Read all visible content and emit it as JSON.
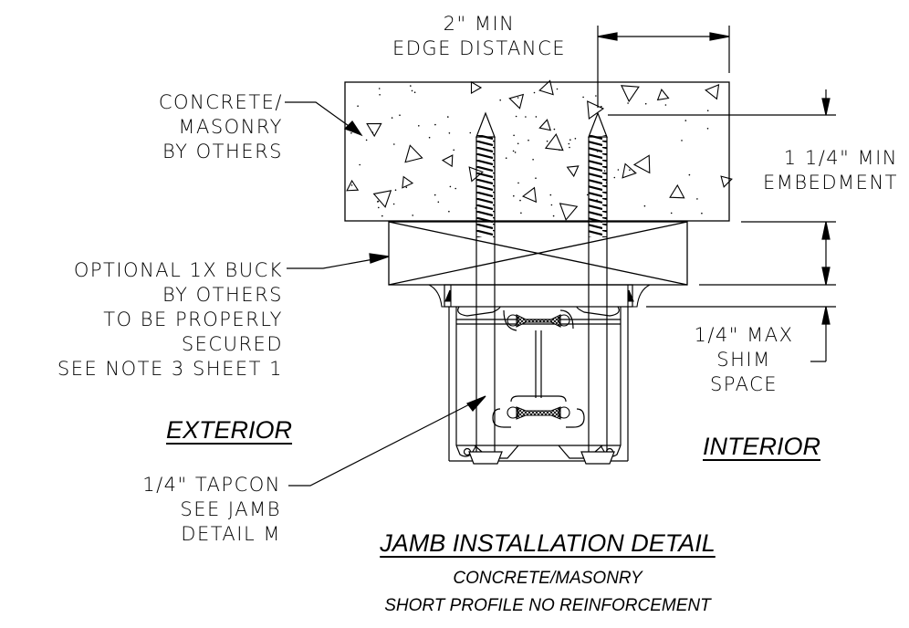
{
  "labels": {
    "edge_distance": [
      "2\" MIN",
      "EDGE DISTANCE"
    ],
    "concrete": [
      "CONCRETE/",
      "MASONRY",
      "BY OTHERS"
    ],
    "embedment": [
      "1 1/4\" MIN",
      "EMBEDMENT"
    ],
    "buck": [
      "OPTIONAL 1X BUCK",
      "BY OTHERS",
      "TO BE PROPERLY",
      "SECURED",
      "SEE NOTE 3 SHEET 1"
    ],
    "shim": [
      "1/4\" MAX",
      "SHIM",
      "SPACE"
    ],
    "exterior": "EXTERIOR",
    "interior": "INTERIOR",
    "tapcon": [
      "1/4\" TAPCON",
      "SEE JAMB",
      "DETAIL M"
    ]
  },
  "title": {
    "main": "JAMB INSTALLATION DETAIL",
    "line2": "CONCRETE/MASONRY",
    "line3": "SHORT PROFILE NO REINFORCEMENT"
  }
}
